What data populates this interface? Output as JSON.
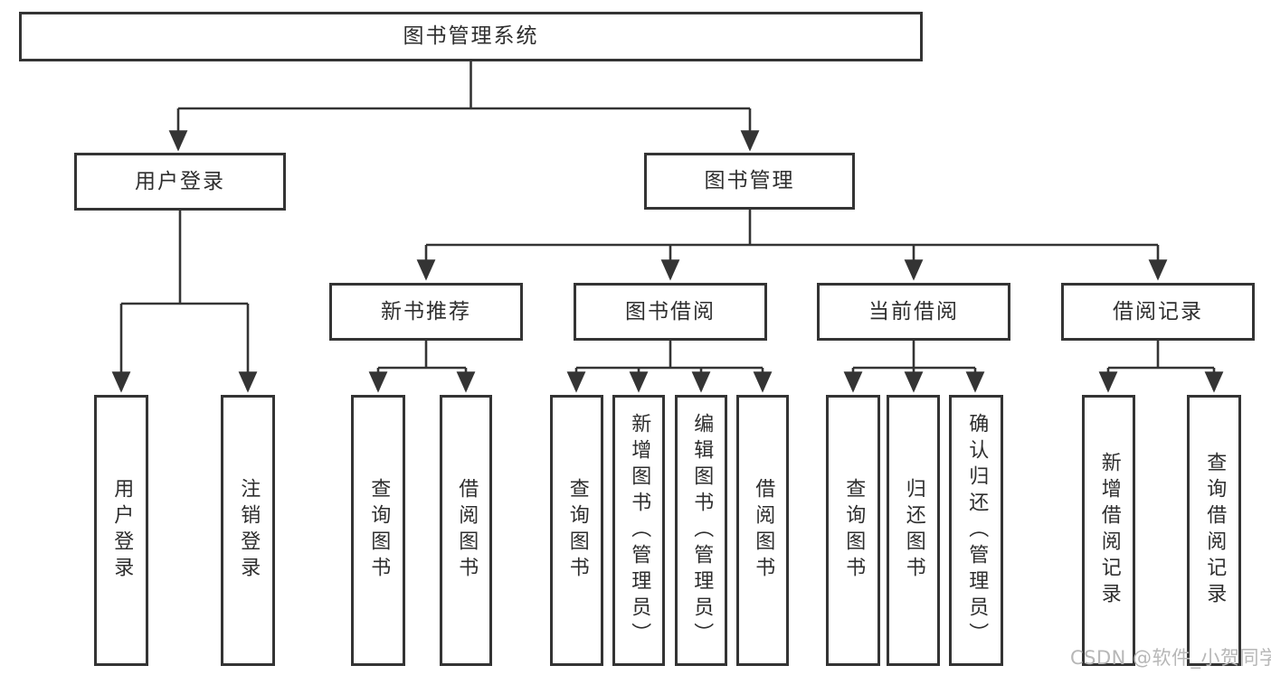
{
  "diagram": {
    "root": {
      "label": "图书管理系统"
    },
    "branches": [
      {
        "label": "用户登录",
        "children": [
          {
            "label": "用户登录"
          },
          {
            "label": "注销登录"
          }
        ]
      },
      {
        "label": "图书管理",
        "children": [
          {
            "label": "新书推荐",
            "children": [
              {
                "label": "查询图书"
              },
              {
                "label": "借阅图书"
              }
            ]
          },
          {
            "label": "图书借阅",
            "children": [
              {
                "label": "查询图书"
              },
              {
                "label": "新增图书（管理员）"
              },
              {
                "label": "编辑图书（管理员）"
              },
              {
                "label": "借阅图书"
              }
            ]
          },
          {
            "label": "当前借阅",
            "children": [
              {
                "label": "查询图书"
              },
              {
                "label": "归还图书"
              },
              {
                "label": "确认归还（管理员）"
              }
            ]
          },
          {
            "label": "借阅记录",
            "children": [
              {
                "label": "新增借阅记录"
              },
              {
                "label": "查询借阅记录"
              }
            ]
          }
        ]
      }
    ]
  },
  "watermark": {
    "text": "CSDN @软件_小贺同学"
  },
  "colors": {
    "line": "#343434",
    "box_border": "#343434",
    "text": "#2e2e2e",
    "watermark": "#b7b7b7",
    "background": "#ffffff"
  }
}
